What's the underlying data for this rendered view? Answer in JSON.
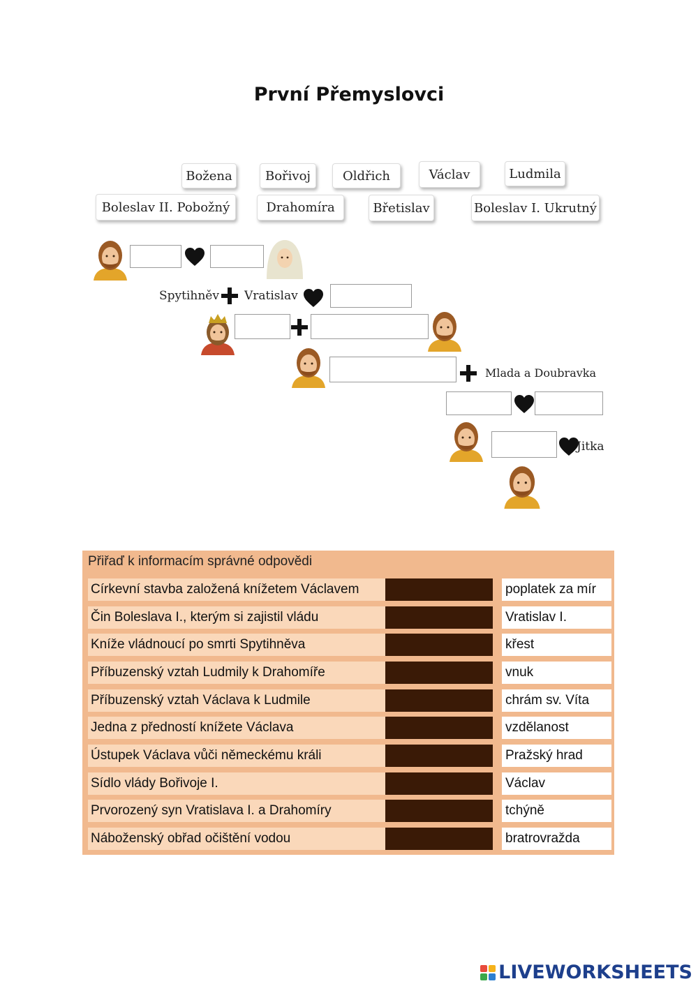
{
  "title": "První Přemyslovci",
  "name_chips": [
    "Božena",
    "Bořivoj",
    "Oldřich",
    "Václav",
    "Ludmila",
    "Boleslav II. Pobožný",
    "Drahomíra",
    "Břetislav",
    "Boleslav I. Ukrutný"
  ],
  "tree_labels": {
    "spytihnev": "Spytihněv",
    "vratislav": "Vratislav",
    "mlada": "Mlada a Doubravka",
    "jitka": "Jitka"
  },
  "icons": [
    "heart-icon",
    "plus-icon",
    "portrait-icon"
  ],
  "table": {
    "header": "Přiřaď k informacím správné odpovědi",
    "questions": [
      "Církevní stavba založená knížetem Václavem",
      "Čin Boleslava I., kterým si zajistil vládu",
      "Kníže vládnoucí po smrti Spytihněva",
      "Příbuzenský vztah Ludmily k Drahomíře",
      "Příbuzenský vztah Václava k Ludmile",
      "Jedna z předností knížete Václava",
      "Ústupek Václava vůči německému králi",
      "Sídlo vlády Bořivoje I.",
      "Prvorozený syn Vratislava I. a Drahomíry",
      "Náboženský obřad očištění vodou"
    ],
    "answers": [
      "poplatek za mír",
      "Vratislav I.",
      "křest",
      "vnuk",
      "chrám sv. Víta",
      "vzdělanost",
      "Pražský hrad",
      "Václav",
      "tchýně",
      "bratrovražda"
    ]
  },
  "brand": "LIVEWORKSHEETS",
  "colors": {
    "table_bg": "#f1b98e",
    "question_bg": "#fad8ba",
    "drop_slot": "#3a1a06",
    "brand": "#1d3f8c"
  }
}
